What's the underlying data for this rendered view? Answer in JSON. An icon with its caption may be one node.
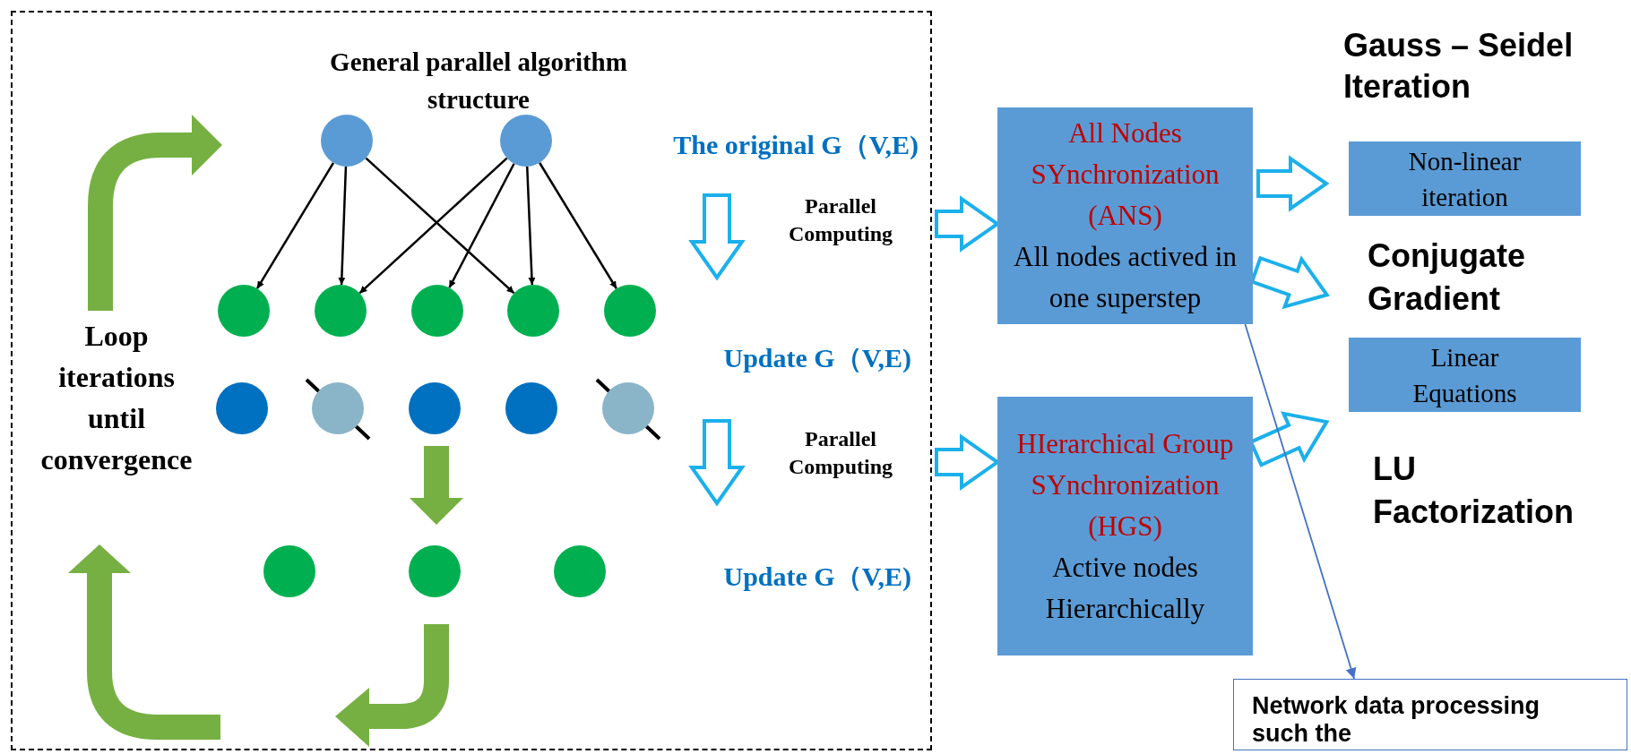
{
  "diagram": {
    "nodes": [
      {
        "text": [
          "General parallel algorithm structure"
        ]
      },
      {
        "text": [
          "The original G（V,E)"
        ],
        "in": 0
      },
      {
        "text": [],
        "shape": "circle",
        "in": 0
      },
      {
        "text": [],
        "shape": "circle",
        "in": 0
      },
      {
        "text": [],
        "shape": "circle",
        "in": 0
      },
      {
        "text": [],
        "shape": "circle",
        "in": 0
      },
      {
        "text": [],
        "shape": "circle",
        "in": 0
      },
      {
        "text": [],
        "shape": "circle",
        "in": 0
      },
      {
        "text": [],
        "shape": "circle",
        "in": 0
      },
      {
        "text": [
          "Parallel Computing"
        ],
        "in": 0
      },
      {
        "text": [
          "Update G（V,E)"
        ],
        "in": 0
      },
      {
        "text": [],
        "shape": "circle",
        "in": 0
      },
      {
        "text": [],
        "shape": "circle",
        "in": 0
      },
      {
        "text": [],
        "shape": "circle",
        "in": 0
      },
      {
        "text": [],
        "shape": "circle",
        "in": 0
      },
      {
        "text": [],
        "shape": "circle",
        "in": 0
      },
      {
        "text": [
          "Parallel Computing"
        ],
        "in": 0
      },
      {
        "text": [
          "Update G（V,E)"
        ],
        "in": 0
      },
      {
        "text": [],
        "shape": "circle",
        "in": 0
      },
      {
        "text": [],
        "shape": "circle",
        "in": 0
      },
      {
        "text": [],
        "shape": "circle",
        "in": 0
      },
      {
        "text": [
          "All Nodes SYnchronization (ANS)",
          "All nodes actived in one superstep"
        ]
      },
      {
        "text": [
          "HIerarchical Group SYnchronization (HGS)",
          "Active nodes Hierarchically"
        ]
      },
      {
        "text": [
          "Non-linear iteration"
        ]
      },
      {
        "text": [
          "Conjugate Gradient"
        ]
      },
      {
        "text": [
          "Linear Equations"
        ]
      },
      {
        "text": [
          "Network data processing such the"
        ]
      }
    ],
    "edges": [
      {
        "from": 2,
        "to": 4,
        "arrow": "to"
      },
      {
        "from": 2,
        "to": 5,
        "arrow": "to"
      },
      {
        "from": 2,
        "to": 7,
        "arrow": "to"
      },
      {
        "from": 3,
        "to": 5,
        "arrow": "to"
      },
      {
        "from": 3,
        "to": 6,
        "arrow": "to"
      },
      {
        "from": 3,
        "to": 7,
        "arrow": "to"
      },
      {
        "from": 3,
        "to": 8,
        "arrow": "to"
      },
      {
        "from": 1,
        "to": 10,
        "arrow": "to",
        "style": "thick",
        "color": "#1cb0eb"
      },
      {
        "from": 10,
        "to": 17,
        "arrow": "to",
        "style": "thick",
        "color": "#1cb0eb"
      },
      {
        "from": 9,
        "to": 21,
        "arrow": "to",
        "style": "thick",
        "color": "#1cb0eb"
      },
      {
        "from": 16,
        "to": 22,
        "arrow": "to",
        "style": "thick",
        "color": "#1cb0eb"
      },
      {
        "from": 21,
        "to": 23,
        "arrow": "to",
        "style": "thick",
        "color": "#1cb0eb"
      },
      {
        "from": 21,
        "to": 24,
        "arrow": "to",
        "style": "thick",
        "color": "#1cb0eb"
      },
      {
        "from": 22,
        "to": 25,
        "arrow": "to",
        "style": "thick",
        "color": "#1cb0eb"
      },
      {
        "from": 21,
        "to": 26,
        "arrow": "to",
        "color": "#4472c4"
      }
    ],
    "labels": [
      "Loop iterations until convergence",
      "Gauss – Seidel Iteration",
      "LU Factorization"
    ]
  }
}
